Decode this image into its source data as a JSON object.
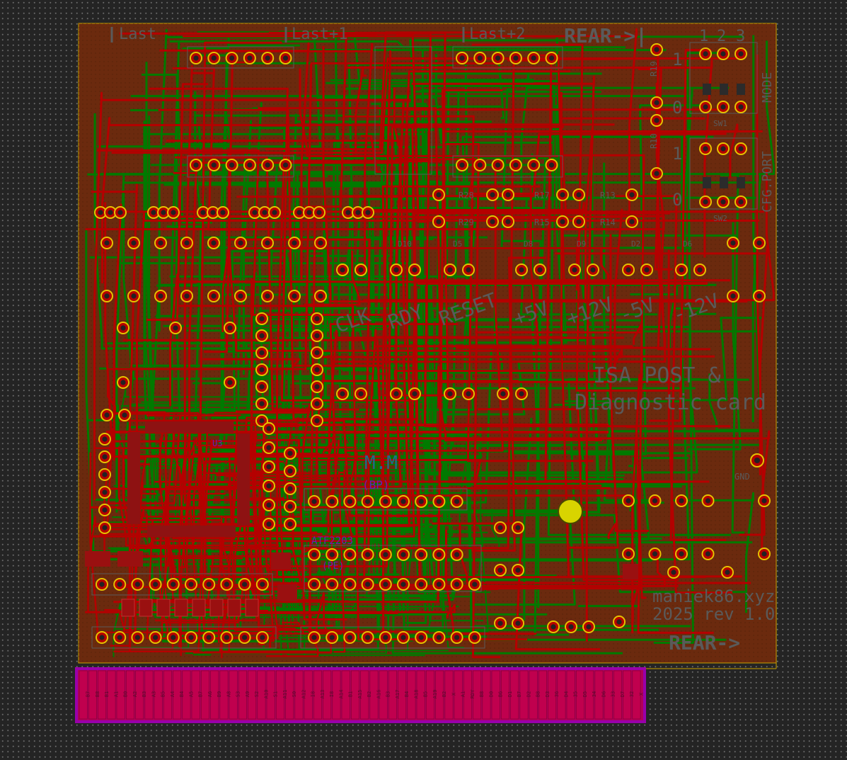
{
  "canvas": {
    "background": "#242424",
    "grid_dot_color": "#6c6c6c"
  },
  "colors": {
    "board_fill": "#6b2a0e",
    "board_edge": "#c8a000",
    "front_copper": "#b50000",
    "back_copper": "#007a00",
    "silkscreen": "#5a5a5a",
    "pad_ring": "#e6c200",
    "drill": "#222222",
    "edge_connector_fill": "#b3005a",
    "edge_connector_border": "#9900aa",
    "bright_marker": "#d8d400",
    "fab_text_cyan": "#1c6e8a",
    "fab_text_purple": "#6b1fb0"
  },
  "silkscreen": {
    "header_left": "Last",
    "header_mid": "Last+1",
    "header_right": "Last+2",
    "rear_top": "REAR->|",
    "switch_col_1": "1",
    "switch_col_2": "2",
    "switch_col_3": "3",
    "row_on": "1",
    "row_off": "0",
    "row_on_2": "1",
    "row_off_2": "0",
    "mode_label": "MODE",
    "cfg_port_label": "CFG.PORT",
    "sw1_ref": "SW1",
    "sw2_ref": "SW2",
    "led_clk": "CLK",
    "led_rdy": "RDY",
    "led_reset": "RESET",
    "led_5v": "+5V",
    "led_12v": "+12V",
    "led_n5v": "-5V",
    "led_n12v": "-12V",
    "card_title_1": "ISA POST &",
    "card_title_2": "Diagnostic card",
    "author_site": "maniek86.xyz",
    "revision": "2025 rev 1.0",
    "rear_bottom": "REAR->",
    "gnd_label": "GND",
    "mm_label": "M.M",
    "ic_u3": "U3",
    "ic_ref_atf": "ATF2203",
    "ic_ref_mm": "(BP)",
    "ic_ref_pe": "(PE)"
  },
  "resistors": [
    "R28",
    "R17",
    "R13",
    "R29",
    "R15",
    "R14",
    "R10",
    "R19"
  ],
  "leds": [
    "D10",
    "D5",
    "D8",
    "D9",
    "D2",
    "D6"
  ],
  "edge_connector": {
    "finger_labels": [
      "B7",
      "B8",
      "B1",
      "A1",
      "B0",
      "A2",
      "B3",
      "A3",
      "B5",
      "A4",
      "B4",
      "A5",
      "B7",
      "A6",
      "B9",
      "A8",
      "S3",
      "A9",
      "S2",
      "A10",
      "S1",
      "A11",
      "S0",
      "A12",
      "I8",
      "A13",
      "I8",
      "A14",
      "B1",
      "A15",
      "B2",
      "A16",
      "B3",
      "A17",
      "B4",
      "A18",
      "B5",
      "A19",
      "B2",
      "X",
      "A1",
      "RDY",
      "B8",
      "D0",
      "B6",
      "D1",
      "B7",
      "D2",
      "B8",
      "D3",
      "36",
      "D4",
      "35",
      "D5",
      "34",
      "D6",
      "33",
      "D7",
      "32",
      "X"
    ]
  }
}
